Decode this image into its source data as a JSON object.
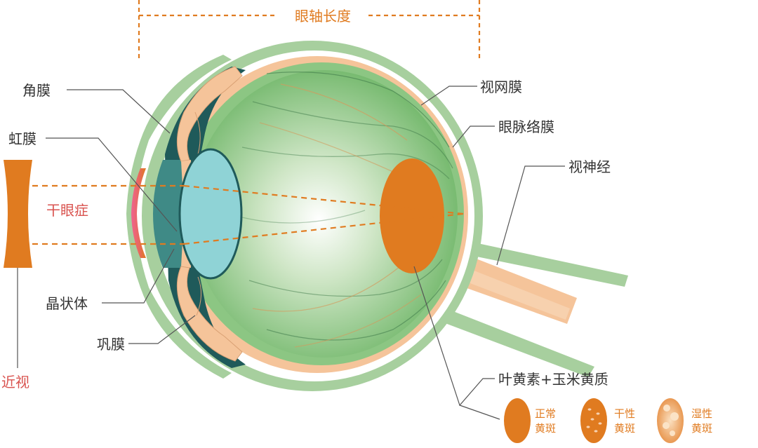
{
  "labels": {
    "axis_length": "眼轴长度",
    "cornea": "角膜",
    "iris": "虹膜",
    "dry_eye": "干眼症",
    "lens": "晶状体",
    "sclera": "巩膜",
    "myopia": "近视",
    "retina": "视网膜",
    "choroid": "眼脉络膜",
    "optic_nerve": "视神经",
    "lutein": "叶黄素+玉米黄质"
  },
  "macula_types": [
    {
      "line1": "正常",
      "line2": "黄斑",
      "icon": "normal-macula-icon"
    },
    {
      "line1": "干性",
      "line2": "黄斑",
      "icon": "dry-macula-icon"
    },
    {
      "line1": "湿性",
      "line2": "黄斑",
      "icon": "wet-macula-icon"
    }
  ],
  "colors": {
    "accent_orange": "#e07b20",
    "warning_red": "#d9534f",
    "sclera_green": "#a7cf9e",
    "eye_green": "#7fbf73",
    "choroid_peach": "#f5c49a",
    "lens_blue": "#8fd3d6",
    "dark_teal": "#1f5a5a"
  }
}
